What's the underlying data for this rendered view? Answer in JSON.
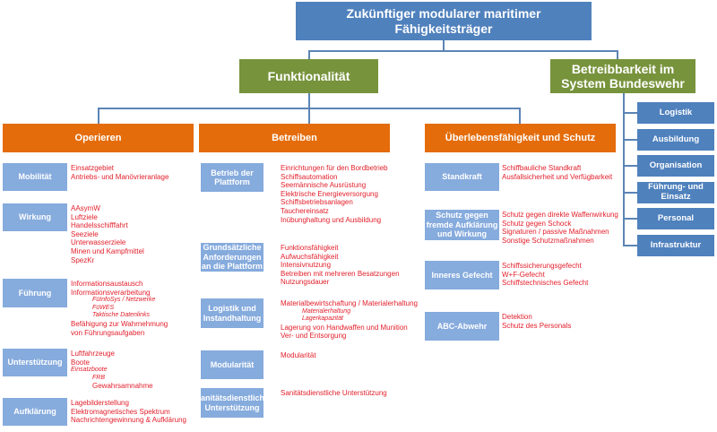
{
  "root": "Zukünftiger modularer maritimer Fähigkeitsträger",
  "functionality": "Funktionalität",
  "operability": "Betreibbarkeit im System Bundeswehr",
  "operability_items": [
    "Logistik",
    "Ausbildung",
    "Organisation",
    "Führung- und Einsatz",
    "Personal",
    "Infrastruktur"
  ],
  "columns": [
    {
      "title": "Operieren",
      "groups": [
        {
          "label": "Mobilität",
          "items": [
            {
              "t": "Einsatzgebiet"
            },
            {
              "t": "Antriebs- und Manövrieranlage"
            }
          ]
        },
        {
          "label": "Wirkung",
          "items": [
            {
              "t": "AAsymW"
            },
            {
              "t": "Luftziele"
            },
            {
              "t": "Handelsschifffahrt"
            },
            {
              "t": "Seeziele"
            },
            {
              "t": "Unterwasserziele"
            },
            {
              "t": "Minen und Kampfmittel"
            },
            {
              "t": "SpezKr"
            }
          ]
        },
        {
          "label": "Führung",
          "items": [
            {
              "t": "Informationsaustausch"
            },
            {
              "t": "Informationsverarbeitung"
            },
            {
              "t": "FüInfoSys / Netzwerke",
              "s": "i1"
            },
            {
              "t": "FüWES",
              "s": "i1"
            },
            {
              "t": "Taktische Datenlinks",
              "s": "i1"
            },
            {
              "t": "Befähigung zur Wahrnehmung"
            },
            {
              "t": "von Führungsaufgaben"
            }
          ]
        },
        {
          "label": "Unterstützung",
          "items": [
            {
              "t": "Luftfahrzeuge"
            },
            {
              "t": "Boote"
            },
            {
              "t": "Einsatzboote",
              "s": "i0"
            },
            {
              "t": "FRB",
              "s": "i1"
            },
            {
              "t": "Gewahrsamnahme",
              "s": "ind"
            }
          ]
        },
        {
          "label": "Aufklärung",
          "items": [
            {
              "t": "Lagebilderstellung"
            },
            {
              "t": "Elektromagnetisches Spektrum"
            },
            {
              "t": "Nachrichtengewinnung & Aufklärung"
            }
          ]
        }
      ]
    },
    {
      "title": "Betreiben",
      "groups": [
        {
          "label": "Betrieb der Plattform",
          "items": [
            {
              "t": "Einrichtungen für den Bordbetrieb"
            },
            {
              "t": "Schiffsautomation"
            },
            {
              "t": "Seemännische Ausrüstung"
            },
            {
              "t": "Elektrische Energieversorgung"
            },
            {
              "t": "Schiffsbetriebsanlagen"
            },
            {
              "t": "Tauchereinsatz"
            },
            {
              "t": "Inübunghaltung und Ausbildung"
            }
          ]
        },
        {
          "label": "Grundsätzliche Anforderungen an die Plattform",
          "items": [
            {
              "t": "Funktionsfähigkeit"
            },
            {
              "t": "Aufwuchsfähigkeit"
            },
            {
              "t": "Intensivnutzung"
            },
            {
              "t": "Betreiben mit mehreren Besatzungen"
            },
            {
              "t": "Nutzungsdauer"
            }
          ]
        },
        {
          "label": "Logistik und Instandhaltung",
          "items": [
            {
              "t": "Materialbewirtschaftung / Materialerhaltung"
            },
            {
              "t": "Materialerhaltung",
              "s": "i1"
            },
            {
              "t": "Lagerkapazität",
              "s": "i1"
            },
            {
              "t": "Lagerung von Handwaffen und Munition"
            },
            {
              "t": "Ver- und Entsorgung"
            }
          ]
        },
        {
          "label": "Modularität",
          "items": [
            {
              "t": "Modularität"
            }
          ]
        },
        {
          "label": "Sanitätsdienstliche Unterstützung",
          "items": [
            {
              "t": "Sanitätsdienstliche Unterstützung"
            }
          ]
        }
      ]
    },
    {
      "title": "Überlebensfähigkeit und Schutz",
      "groups": [
        {
          "label": "Standkraft",
          "items": [
            {
              "t": "Schiffbauliche Standkraft"
            },
            {
              "t": "Ausfallsicherheit und Verfügbarkeit"
            }
          ]
        },
        {
          "label": "Schutz gegen fremde Aufklärung und Wirkung",
          "items": [
            {
              "t": "Schutz gegen direkte Waffenwirkung"
            },
            {
              "t": "Schutz gegen Schock"
            },
            {
              "t": "Signaturen / passive Maßnahmen"
            },
            {
              "t": "Sonstige Schutzmaßnahmen"
            }
          ]
        },
        {
          "label": "Inneres Gefecht",
          "items": [
            {
              "t": "Schiffssicherungsgefecht"
            },
            {
              "t": "W+F-Gefecht"
            },
            {
              "t": "Schiffstechnisches Gefecht"
            }
          ]
        },
        {
          "label": "ABC-Abwehr",
          "items": [
            {
              "t": "Detektion"
            },
            {
              "t": "Schutz des Personals"
            }
          ]
        }
      ]
    }
  ]
}
